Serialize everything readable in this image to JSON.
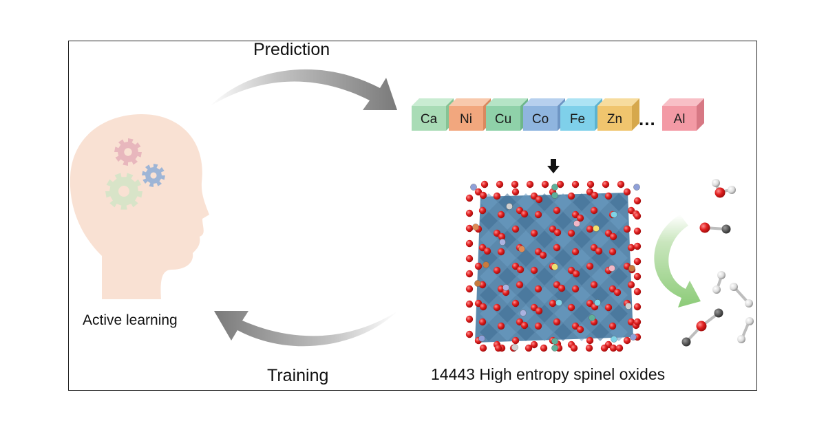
{
  "labels": {
    "prediction": "Prediction",
    "training": "Training",
    "active_learning": "Active learning",
    "oxides": "14443 High entropy spinel oxides",
    "ellipsis": "..."
  },
  "elements": [
    {
      "symbol": "Ca",
      "front": "#a9dcb6",
      "top": "#c9ecd2",
      "side": "#86c394"
    },
    {
      "symbol": "Ni",
      "front": "#f2a77e",
      "top": "#f8c9ad",
      "side": "#d9895f"
    },
    {
      "symbol": "Cu",
      "front": "#8fd1a9",
      "top": "#b5e4c6",
      "side": "#6db68a"
    },
    {
      "symbol": "Co",
      "front": "#8fb5df",
      "top": "#b7d0ee",
      "side": "#6e95c4"
    },
    {
      "symbol": "Fe",
      "front": "#7fd0ea",
      "top": "#ade3f4",
      "side": "#5cb3d0"
    },
    {
      "symbol": "Zn",
      "front": "#f0c56e",
      "top": "#f7dc9e",
      "side": "#d6a84c"
    },
    {
      "symbol": "Al",
      "front": "#f39aa5",
      "top": "#f8bfc6",
      "side": "#d77884"
    }
  ],
  "colors": {
    "head": "#f9e1d3",
    "gear_pink": "#e8b7bd",
    "gear_blue": "#9eb5d6",
    "gear_green": "#d8e4c8",
    "arrow_gray": "#8c8c8c",
    "arrow_green": "#9fd08e",
    "crystal_blue": "#4d7fa6",
    "oxygen_red": "#e01f1f"
  },
  "icons": {
    "head": "human-head-silhouette",
    "gears": "gear-icon",
    "down_arrow": "arrow-down-icon"
  }
}
